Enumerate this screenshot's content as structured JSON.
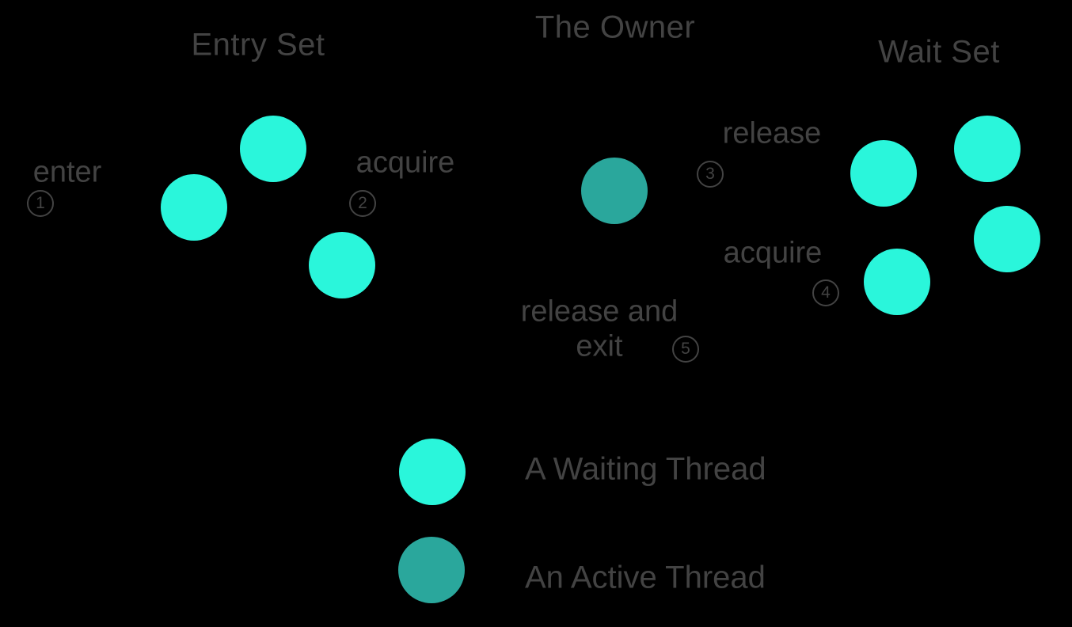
{
  "diagram": {
    "entry_set_title": "Entry Set",
    "owner_title": "The Owner",
    "wait_set_title": "Wait Set"
  },
  "labels": {
    "enter": "enter",
    "acquire_entry": "acquire",
    "release": "release",
    "acquire_wait": "acquire",
    "release_and_exit": "release and\nexit"
  },
  "steps": {
    "step1": "1",
    "step2": "2",
    "step3": "3",
    "step4": "4",
    "step5": "5"
  },
  "threads": {
    "entry_set_count": 3,
    "owner_count": 1,
    "wait_set_count": 4
  },
  "legend": {
    "waiting_label": "A Waiting Thread",
    "active_label": "An Active Thread"
  },
  "colors": {
    "background": "#000000",
    "text": "#434343",
    "waiting_thread": "#2AF6DB",
    "active_thread": "#2AA79C"
  }
}
